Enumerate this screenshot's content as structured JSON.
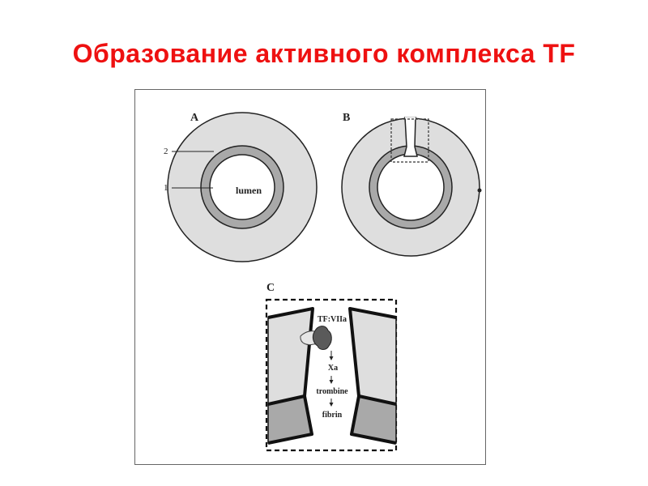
{
  "slide": {
    "title": "Образование активного комплекса TF"
  },
  "diagram": {
    "panel_a": {
      "label": "A",
      "lumen": "lumen",
      "callout_2": "2",
      "callout_1": "1"
    },
    "panel_b": {
      "label": "B"
    },
    "panel_c": {
      "label": "C",
      "complex": "TF:VIIa",
      "step_1": "Xa",
      "step_2": "trombine",
      "step_3": "fibrin"
    }
  },
  "colors": {
    "title": "#ee1111",
    "outer_layer": "#dedede",
    "inner_layer": "#a9a9a9",
    "ink": "#111111"
  }
}
